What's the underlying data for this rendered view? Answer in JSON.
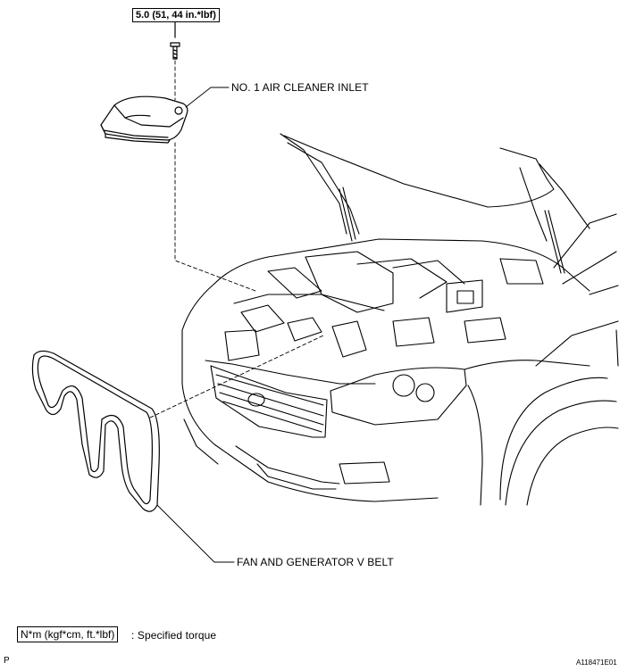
{
  "torque_callout": "5.0 (51, 44 in.*lbf)",
  "labels": {
    "air_cleaner_inlet": "NO. 1 AIR CLEANER INLET",
    "v_belt": "FAN AND GENERATOR V BELT"
  },
  "legend": {
    "units_box": "N*m (kgf*cm, ft.*lbf)",
    "description": ": Specified torque"
  },
  "footer": {
    "left_code": "P",
    "figure_id": "A118471E01"
  }
}
